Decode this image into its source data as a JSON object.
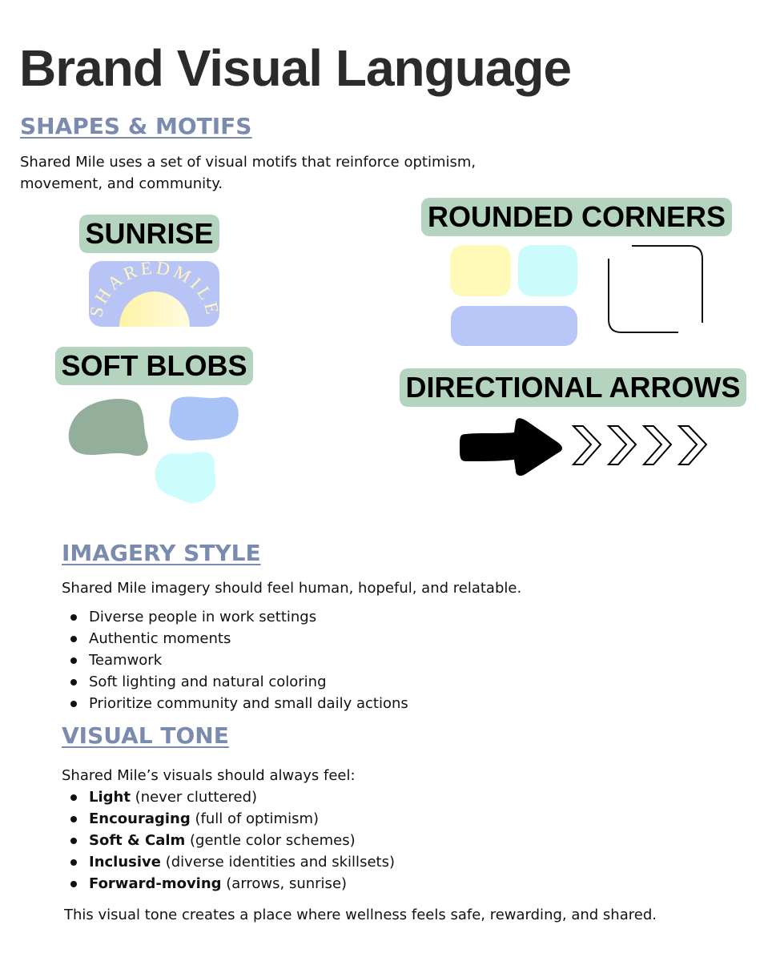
{
  "title": "Brand Visual Language",
  "shapes_section": {
    "heading": "SHAPES & MOTIFS",
    "description": "Shared Mile uses a set of visual motifs that reinforce optimism, movement, and community.",
    "motifs": {
      "sunrise": {
        "label": "SUNRISE",
        "logo_text": "SHAREDMILE"
      },
      "soft_blobs": {
        "label": "SOFT BLOBS"
      },
      "rounded_corners": {
        "label": "ROUNDED CORNERS"
      },
      "directional_arrows": {
        "label": "DIRECTIONAL ARROWS"
      }
    }
  },
  "imagery_section": {
    "heading": "IMAGERY STYLE",
    "intro": "Shared Mile imagery should feel human, hopeful, and relatable.",
    "items": [
      "Diverse people in work settings",
      "Authentic moments",
      "Teamwork",
      "Soft lighting and natural coloring",
      "Prioritize community and small daily actions"
    ]
  },
  "tone_section": {
    "heading": "VISUAL TONE",
    "intro": "Shared Mile’s visuals should always feel:",
    "items": [
      {
        "term": "Light",
        "detail": " (never cluttered)"
      },
      {
        "term": "Encouraging",
        "detail": " (full of optimism)"
      },
      {
        "term": "Soft & Calm",
        "detail": " (gentle color schemes)"
      },
      {
        "term": "Inclusive",
        "detail": " (diverse identities and skillsets)"
      },
      {
        "term": "Forward-moving",
        "detail": " (arrows, sunrise)"
      }
    ],
    "closing": "This visual tone creates a place where wellness feels safe, rewarding, and shared."
  },
  "colors": {
    "heading_blue": "#7b8bb0",
    "pill_green": "#b4d4c0",
    "sunrise_badge": "#b8c4f5",
    "sun_yellow": "#fff7bf",
    "swatch_yellow": "#fef9b6",
    "swatch_cyan": "#ccfbfb",
    "swatch_periwinkle": "#b8c7f8",
    "blob_green": "#93af9b",
    "blob_blue": "#a9c3f6",
    "blob_cyan": "#cdfcfc"
  }
}
